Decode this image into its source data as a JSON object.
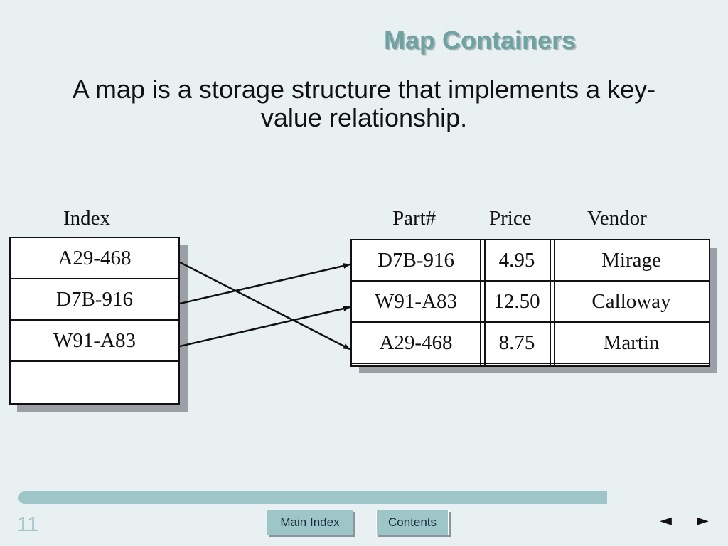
{
  "title": "Map Containers",
  "subtitle": {
    "line1": "A map is a storage structure that implements a key-",
    "line2": "value relationship."
  },
  "diagram": {
    "index_label": "Index",
    "column_headers": [
      "Part#",
      "Price",
      "Vendor"
    ],
    "index_entries": [
      "A29-468",
      "D7B-916",
      "W91-A83",
      ""
    ],
    "records": [
      {
        "part": "D7B-916",
        "price": "4.95",
        "vendor": "Mirage"
      },
      {
        "part": "W91-A83",
        "price": "12.50",
        "vendor": "Calloway"
      },
      {
        "part": "A29-468",
        "price": "8.75",
        "vendor": "Martin"
      }
    ],
    "links": [
      {
        "from_index": 0,
        "to_record": 2
      },
      {
        "from_index": 1,
        "to_record": 0
      },
      {
        "from_index": 2,
        "to_record": 1
      }
    ]
  },
  "footer": {
    "page_number": "11",
    "main_index_label": "Main Index",
    "contents_label": "Contents",
    "prev_icon": "triangle-left-icon",
    "next_icon": "triangle-right-icon",
    "prev_glyph": "◄",
    "next_glyph": "►"
  },
  "colors": {
    "background": "#e8f0f2",
    "title": "#6fa3a1",
    "accent": "#9ec5c8"
  }
}
